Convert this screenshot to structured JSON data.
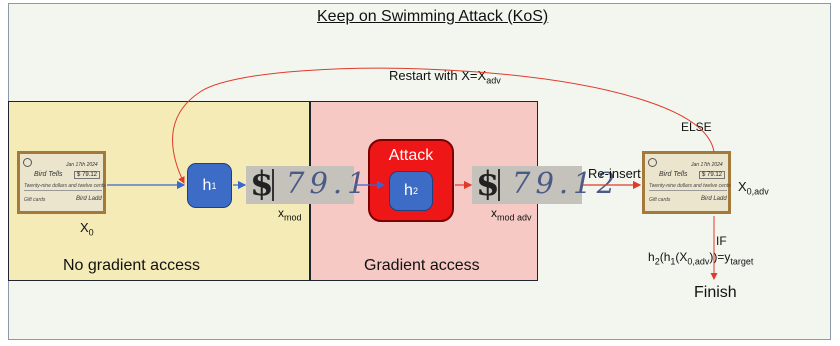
{
  "title": "Keep on Swimming Attack (KoS)",
  "restart": {
    "text": "Restart with X=X",
    "sub": "adv"
  },
  "else_label": "ELSE",
  "reinsert_label": "Re-insert",
  "if_label": "IF",
  "finish_label": "Finish",
  "condition": {
    "p1": "h",
    "s1": "2",
    "p2": "(h",
    "s2": "1",
    "p3": "(X",
    "s3": "0,adv",
    "p4": "))=y",
    "s4": "target"
  },
  "panels": {
    "left_label": "No gradient access",
    "mid_label": "Gradient access"
  },
  "nodes": {
    "h1": {
      "base": "h",
      "sub": "1"
    },
    "h2": {
      "base": "h",
      "sub": "2"
    },
    "attack_label": "Attack"
  },
  "labels": {
    "x0": {
      "base": "X",
      "sub": "0"
    },
    "xmod": {
      "base": "x",
      "sub": "mod"
    },
    "xmod_adv": {
      "base": "x",
      "sub": "mod adv"
    },
    "x0adv": {
      "base": "X",
      "sub": "0,adv"
    }
  },
  "amounts": {
    "original": "79.12",
    "adversarial": "79.12"
  },
  "check": {
    "date": "Jan 17th 2024",
    "payee": "Bird Tells",
    "amount": "$ 79.12",
    "words": "Twenty-nine dollars and twelve cents",
    "memo": "Gift cards",
    "signature": "Bird Ladd"
  },
  "colors": {
    "left_panel": "#f5ebb7",
    "mid_panel": "#f6c9c4",
    "node_blue": "#3d6cc6",
    "attack_red": "#ee1616",
    "arrow_blue": "#3a66d0",
    "arrow_red": "#e03a2c"
  }
}
